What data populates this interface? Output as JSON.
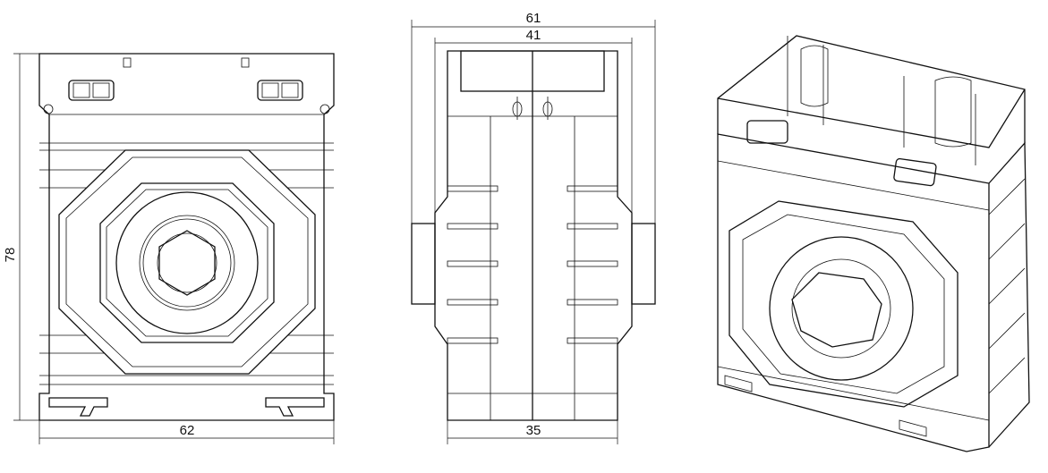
{
  "drawing": {
    "front_view": {
      "height_dim": "78",
      "width_dim": "62"
    },
    "side_view": {
      "overall_width_dim": "61",
      "body_width_dim": "41",
      "base_width_dim": "35"
    },
    "iso_view": {}
  },
  "colors": {
    "line": "#111111",
    "background": "#ffffff"
  }
}
